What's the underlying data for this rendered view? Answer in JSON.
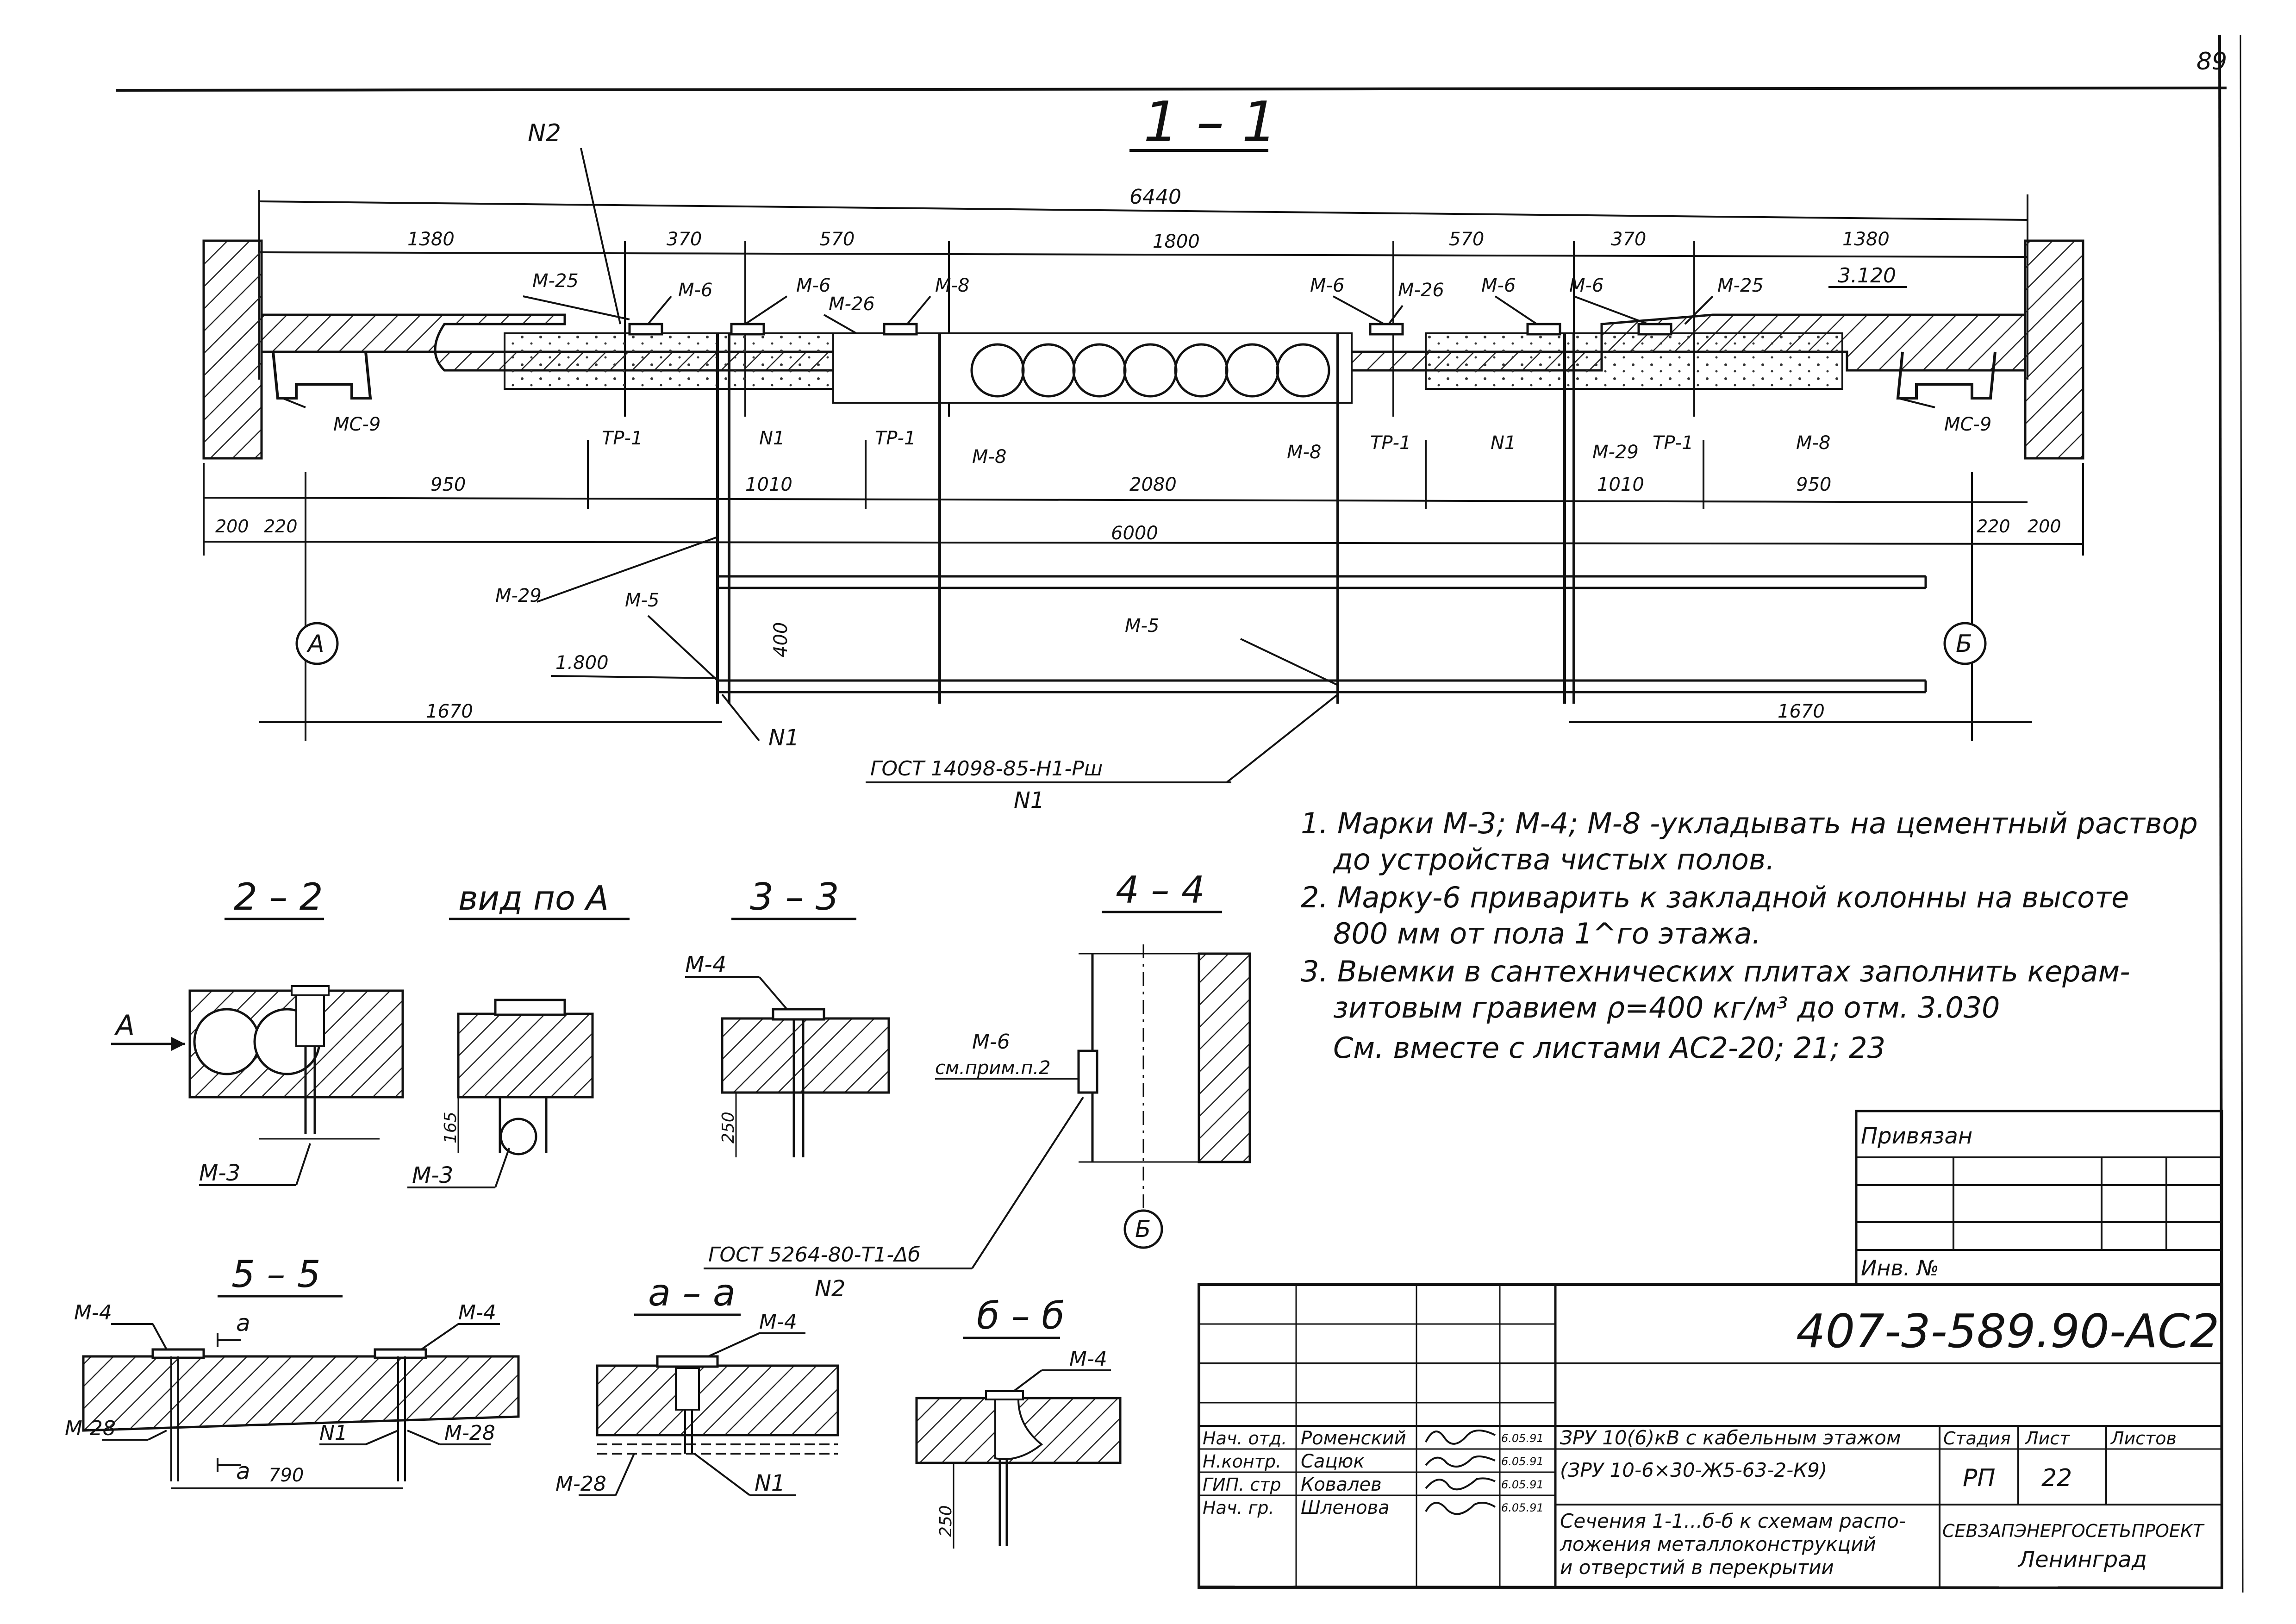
{
  "page_number": "89",
  "sections": {
    "s11": "1 – 1",
    "s22": "2 – 2",
    "vid": "вид по А",
    "s33": "3 – 3",
    "s44": "4 – 4",
    "s55": "5 – 5",
    "saa": "а – а",
    "s66": "б – б"
  },
  "dimensions": {
    "total": "6440",
    "d1380": "1380",
    "d370": "370",
    "d570": "570",
    "d1800": "1800",
    "d950": "950",
    "d1010": "1010",
    "d2080": "2080",
    "d200": "200",
    "d220": "220",
    "d6000": "6000",
    "d400": "400",
    "d1670": "1670",
    "d165": "165",
    "d250": "250",
    "d790": "790"
  },
  "levels": {
    "l3120": "3.120",
    "l1800": "1.800"
  },
  "marks": {
    "N1": "N1",
    "N2": "N2",
    "M25": "М-25",
    "M6": "М-6",
    "M26": "М-26",
    "M8": "М-8",
    "MC9": "МС-9",
    "TP1": "ТР-1",
    "M29": "М-29",
    "M5": "М-5",
    "M4": "М-4",
    "M3": "М-3",
    "M28": "М-28",
    "M6note": "см.прим.п.2",
    "gost1": "ГОСТ 14098-85-Н1-Рш",
    "gost2": "ГОСТ 5264-80-Т1-Δб",
    "A": "А",
    "B": "Б",
    "a": "а"
  },
  "axes": {
    "A": "А",
    "B": "Б"
  },
  "notes": [
    "1. Марки М-3; М-4; М-8 -укладывать на цементный раствор",
    "до устройства чистых полов.",
    "2. Марку-6 приварить к закладной колонны на высоте",
    "800 мм от пола 1^го этажа.",
    "3. Выемки в сантехнических плитах заполнить керам-",
    "зитовым гравием ρ=400 кг/м³ до отм. 3.030",
    "См. вместе с листами АС2-20; 21; 23"
  ],
  "stamp": {
    "privyazan": "Привязан",
    "inv": "Инв. №",
    "code": "407-3-589.90-АС2",
    "roles": [
      "Нач. отд.",
      "Н.контр.",
      "ГИП. стр",
      "Нач. гр."
    ],
    "names": [
      "Роменский",
      "Сацюк",
      "Ковалев",
      "Шленова"
    ],
    "dates": [
      "6.05.91",
      "6.05.91",
      "6.05.91",
      "6.05.91"
    ],
    "title1": "ЗРУ 10(6)кВ с кабельным этажом",
    "title2": "(ЗРУ 10-6×30-Ж5-63-2-К9)",
    "title3": [
      "Сечения 1-1...б-б к схемам распо-",
      "ложения металлоконструкций",
      "и отверстий в перекрытии"
    ],
    "stage_label": "Стадия",
    "sheet_label": "Лист",
    "sheets_label": "Листов",
    "stage": "РП",
    "sheet": "22",
    "org": "СЕВЗАПЭНЕРГОСЕТЬПРОЕКТ",
    "city": "Ленинград"
  }
}
